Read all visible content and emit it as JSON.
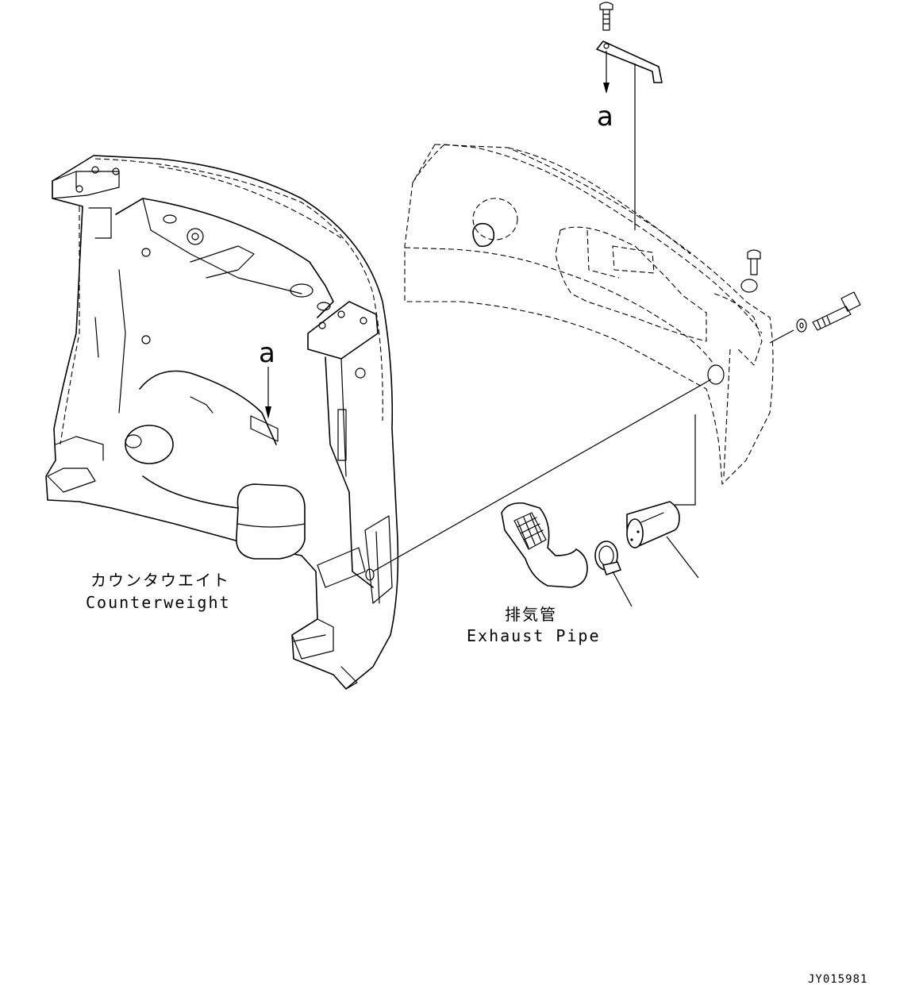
{
  "labels": {
    "counterweight_jp": "カウンタウエイト",
    "counterweight_en": "Counterweight",
    "exhaust_jp": "排気管",
    "exhaust_en": "Exhaust Pipe",
    "ref_a_top": "a",
    "ref_a_mid": "a",
    "drawing_id": "JY015981"
  }
}
